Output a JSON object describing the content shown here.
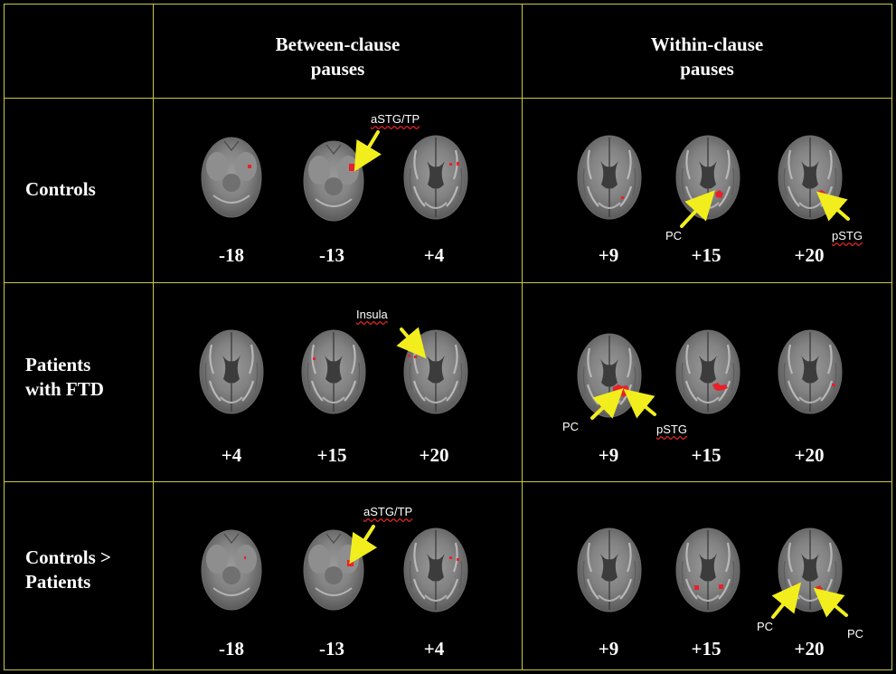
{
  "header": {
    "between": [
      "Between-clause",
      "pauses"
    ],
    "within": [
      "Within-clause",
      "pauses"
    ]
  },
  "rows": [
    {
      "label": [
        "Controls"
      ],
      "between_coords": [
        "-18",
        "-13",
        "+4"
      ],
      "within_coords": [
        "+9",
        "+15",
        "+20"
      ]
    },
    {
      "label": [
        "Patients",
        "with FTD"
      ],
      "between_coords": [
        "+4",
        "+15",
        "+20"
      ],
      "within_coords": [
        "+9",
        "+15",
        "+20"
      ]
    },
    {
      "label": [
        "Controls >",
        "Patients"
      ],
      "between_coords": [
        "-18",
        "-13",
        "+4"
      ],
      "within_coords": [
        "+9",
        "+15",
        "+20"
      ]
    }
  ],
  "annotations": {
    "r1_astg": "aSTG/TP",
    "r1_pc": "PC",
    "r1_pstg": "pSTG",
    "r2_insula": "Insula",
    "r2_pc": "PC",
    "r2_pstg": "pSTG",
    "r3_astg": "aSTG/TP",
    "r3_pc1": "PC",
    "r3_pc2": "PC"
  },
  "colors": {
    "grid": "#c8c84a",
    "arrow": "#f2ee1e",
    "activation": "#e8202a",
    "background": "#000000"
  }
}
